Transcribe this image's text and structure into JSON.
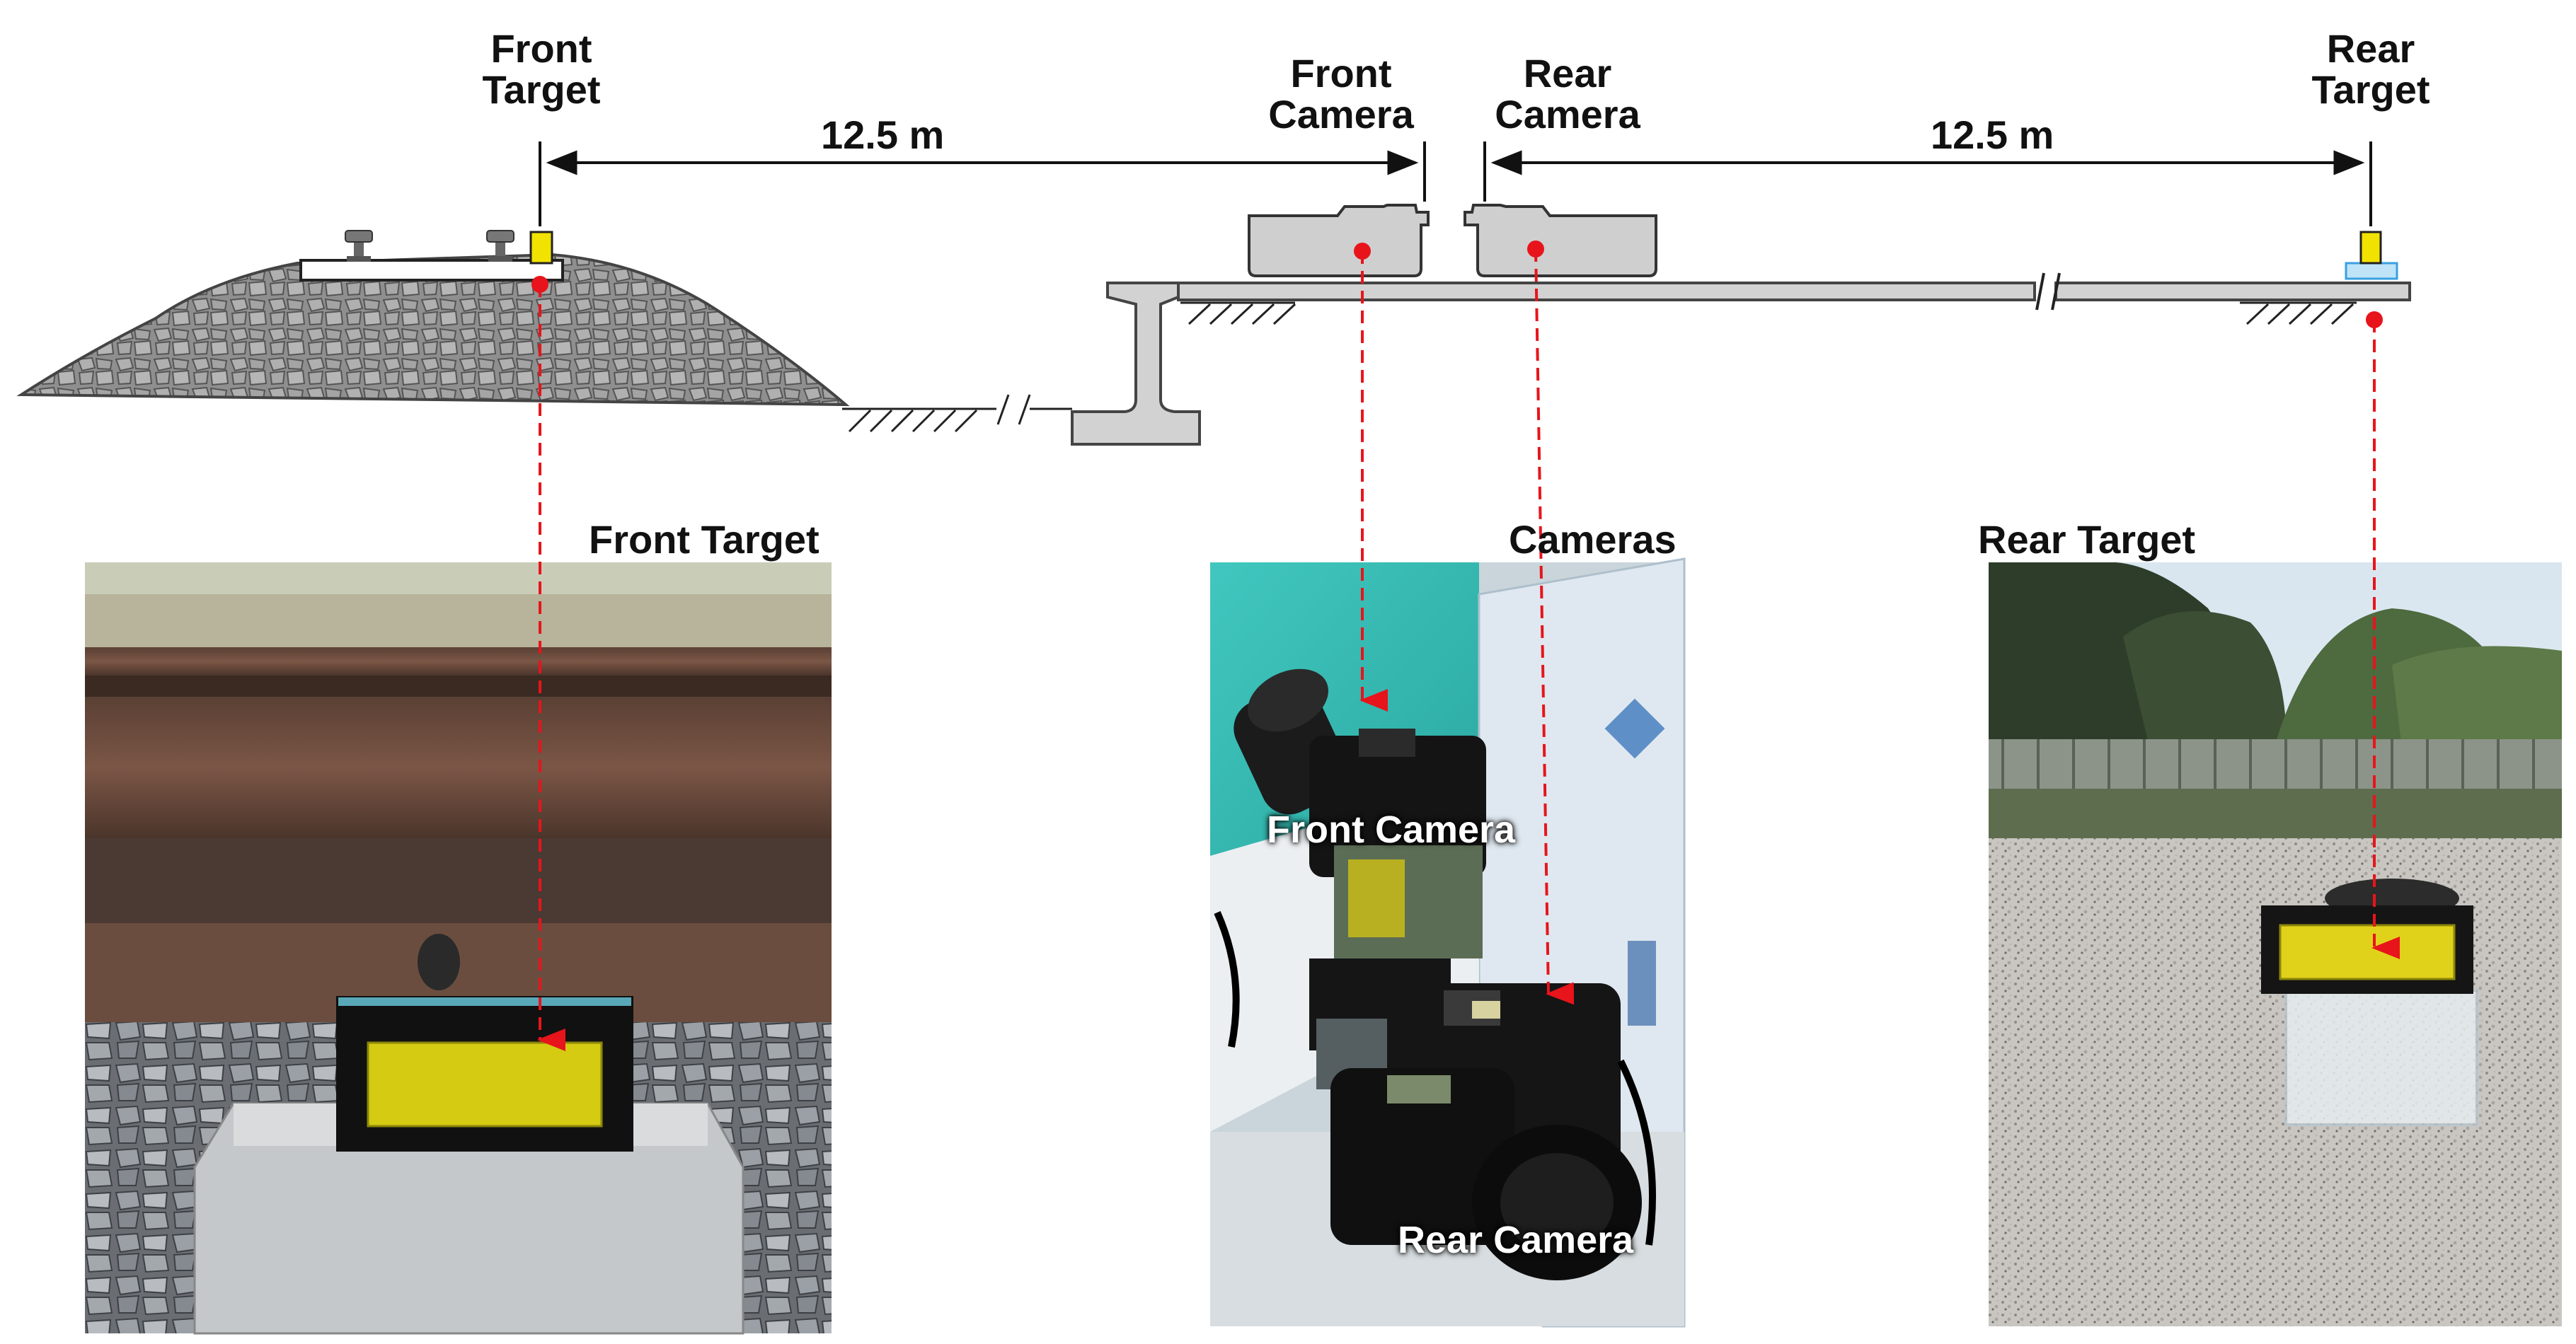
{
  "labels": {
    "front_target_top": "Front\nTarget",
    "front_camera_top": "Front\nCamera",
    "rear_camera_top": "Rear\nCamera",
    "rear_target_top": "Rear\nTarget",
    "front_target_photo": "Front Target",
    "cameras_photo": "Cameras",
    "rear_target_photo": "Rear Target",
    "front_camera_in_photo": "Front Camera",
    "rear_camera_in_photo": "Rear Camera"
  },
  "dimensions": {
    "left_distance": "12.5 m",
    "right_distance": "12.5 m"
  },
  "colors": {
    "target_yellow": "#f2e200",
    "leader_red": "#e8141b",
    "ballast_gray": "#9a9a9a",
    "structure_gray": "#d2d2d2",
    "target_base_blue": "#3aa0e0"
  }
}
